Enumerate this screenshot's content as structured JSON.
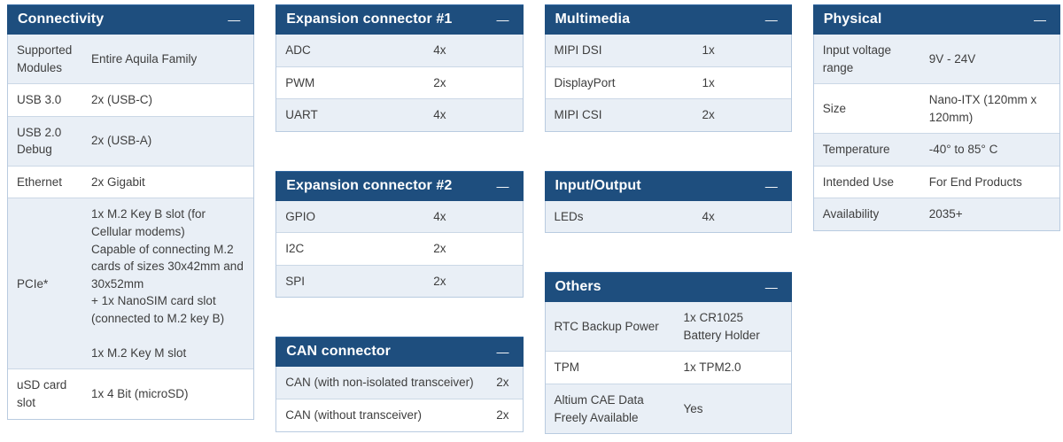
{
  "ui": {
    "collapse_icon": "—"
  },
  "colors": {
    "header_bg": "#1E4E7E",
    "header_top": "#2F66A0",
    "header_text": "#FFFFFF",
    "row_alt": "#E9EFF6",
    "body_border": "#B9CBE0",
    "row_divider": "#CBD8E6",
    "text": "#3E3E3E"
  },
  "tables": {
    "connectivity": {
      "title": "Connectivity",
      "rows": [
        {
          "label": "Supported Modules",
          "value": "Entire Aquila Family"
        },
        {
          "label": "USB 3.0",
          "value": "2x (USB-C)"
        },
        {
          "label": "USB 2.0 Debug",
          "value": "2x (USB-A)"
        },
        {
          "label": "Ethernet",
          "value": "2x Gigabit"
        },
        {
          "label": "PCIe*",
          "value": "1x M.2 Key B slot (for Cellular modems)\nCapable of connecting M.2 cards of sizes 30x42mm and 30x52mm\n+ 1x NanoSIM card slot (connected to M.2 key B)\n\n1x M.2 Key M slot"
        },
        {
          "label": "uSD card slot",
          "value": "1x 4 Bit (microSD)"
        }
      ]
    },
    "expansion1": {
      "title": "Expansion connector #1",
      "rows": [
        {
          "label": "ADC",
          "value": "4x"
        },
        {
          "label": "PWM",
          "value": "2x"
        },
        {
          "label": "UART",
          "value": "4x"
        }
      ]
    },
    "expansion2": {
      "title": "Expansion connector #2",
      "rows": [
        {
          "label": "GPIO",
          "value": "4x"
        },
        {
          "label": "I2C",
          "value": "2x"
        },
        {
          "label": "SPI",
          "value": "2x"
        }
      ]
    },
    "can": {
      "title": "CAN connector",
      "rows": [
        {
          "label": "CAN (with non-isolated transceiver)",
          "value": "2x"
        },
        {
          "label": "CAN (without transceiver)",
          "value": "2x"
        }
      ]
    },
    "multimedia": {
      "title": "Multimedia",
      "rows": [
        {
          "label": "MIPI DSI",
          "value": "1x"
        },
        {
          "label": "DisplayPort",
          "value": "1x"
        },
        {
          "label": "MIPI CSI",
          "value": "2x"
        }
      ]
    },
    "io": {
      "title": "Input/Output",
      "rows": [
        {
          "label": "LEDs",
          "value": "4x"
        }
      ]
    },
    "others": {
      "title": "Others",
      "rows": [
        {
          "label": "RTC Backup Power",
          "value": "1x CR1025 Battery Holder"
        },
        {
          "label": "TPM",
          "value": "1x TPM2.0"
        },
        {
          "label": "Altium CAE Data Freely Available",
          "value": "Yes"
        }
      ]
    },
    "physical": {
      "title": "Physical",
      "rows": [
        {
          "label": "Input voltage range",
          "value": "9V - 24V"
        },
        {
          "label": "Size",
          "value": "Nano-ITX (120mm x 120mm)"
        },
        {
          "label": "Temperature",
          "value": "-40° to 85° C"
        },
        {
          "label": "Intended Use",
          "value": "For End Products"
        },
        {
          "label": "Availability",
          "value": "2035+"
        }
      ]
    }
  }
}
